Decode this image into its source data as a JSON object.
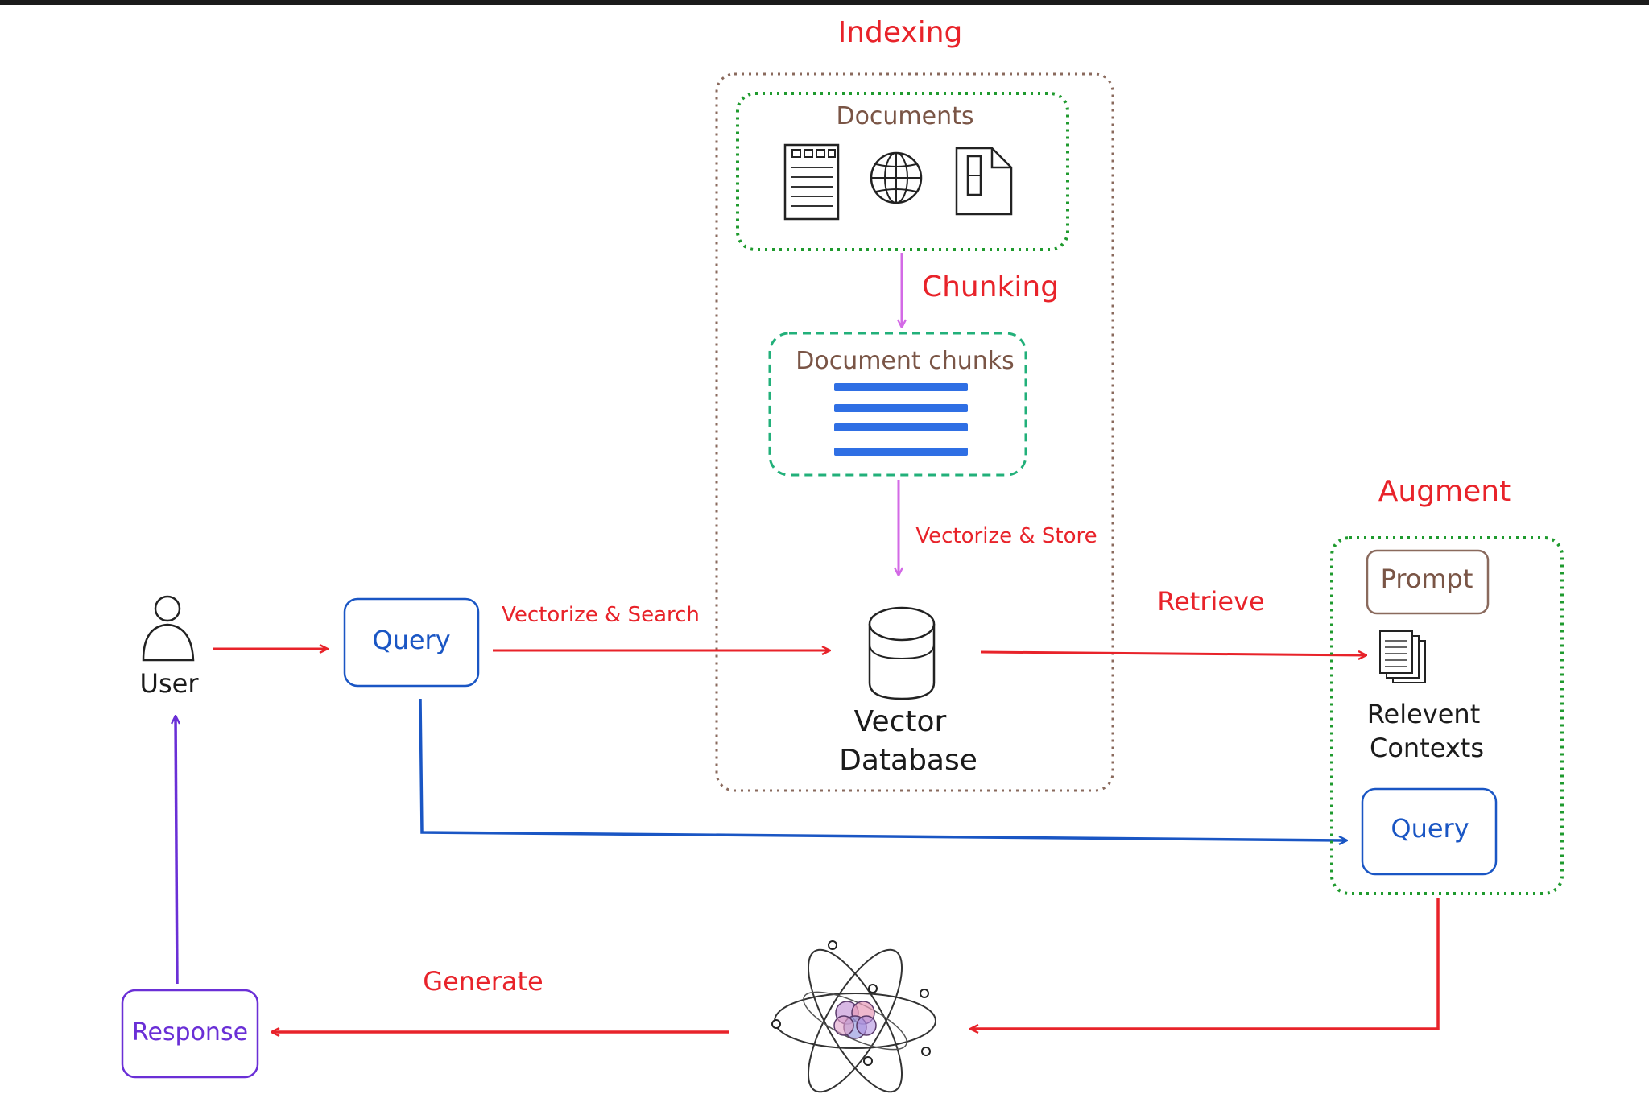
{
  "labels": {
    "indexing": "Indexing",
    "documents": "Documents",
    "chunking": "Chunking",
    "document_chunks": "Document chunks",
    "vectorize_store": "Vectorize & Store",
    "vectorize_search": "Vectorize & Search",
    "retrieve": "Retrieve",
    "augment": "Augment",
    "prompt": "Prompt",
    "relevant_contexts_line1": "Relevent",
    "relevant_contexts_line2": "Contexts",
    "query_left": "Query",
    "query_right": "Query",
    "user": "User",
    "vector_db_line1": "Vector",
    "vector_db_line2": "Database",
    "generate": "Generate",
    "response": "Response"
  },
  "colors": {
    "red": "#e8232a",
    "brown": "#7a5546",
    "green_dotted": "#1f9a2e",
    "teal_dashed": "#22b07a",
    "blue": "#1a56c4",
    "purple": "#6a2fd6",
    "magenta_arrow": "#d36ae6",
    "chunk_bar": "#2f6fe4"
  },
  "icons": [
    "document-list-icon",
    "globe-icon",
    "file-icon",
    "user-icon",
    "database-icon",
    "stacked-pages-icon",
    "llm-atom-icon"
  ]
}
